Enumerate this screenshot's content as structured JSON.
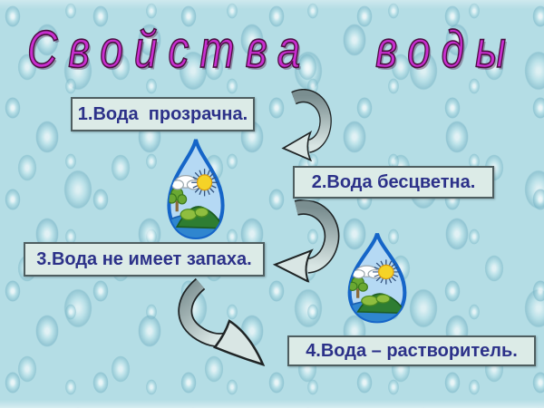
{
  "title": {
    "text": "Свойства воды"
  },
  "properties": [
    {
      "label": "1.Вода  прозрачна."
    },
    {
      "label": "2.Вода бесцветна."
    },
    {
      "label": "3.Вода не имеет запаха."
    },
    {
      "label": "4.Вода – растворитель."
    }
  ],
  "graphics": {
    "drops": [
      "water-drop-landscape",
      "water-drop-landscape"
    ],
    "arrows": [
      "curved-arrow-down-left",
      "curved-arrow-down-left",
      "s-curved-arrow-down-right"
    ]
  },
  "colors": {
    "background": "#b4dde5",
    "title": "#c92ecf",
    "title_outline": "#4a1040",
    "box_background": "#dcebe7",
    "box_border": "#4e5e60",
    "box_text": "#2c3189",
    "arrow_dark": "#7a8e90",
    "arrow_light": "#d9e6e4",
    "arrow_outline": "#1f2425",
    "drop_outline": "#1565c8",
    "drop_fill": "#b5d9f4"
  }
}
